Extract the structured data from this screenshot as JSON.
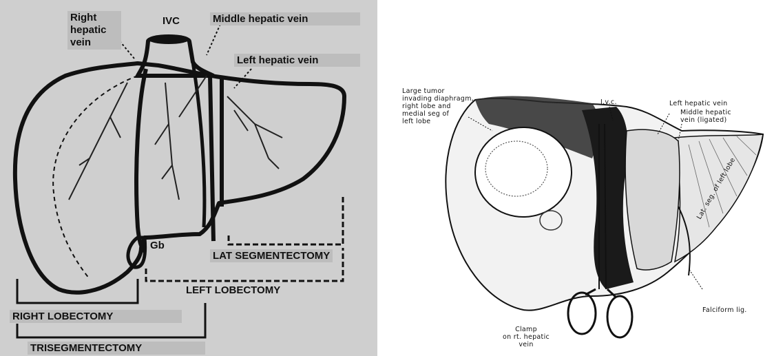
{
  "left_diagram": {
    "labels": {
      "right_hepatic_vein": "Right\nhepatic\nvein",
      "ivc": "IVC",
      "middle_hepatic_vein": "Middle hepatic vein",
      "left_hepatic_vein": "Left hepatic vein",
      "gb": "Gb",
      "lat_segmentectomy": "LAT SEGMENTECTOMY",
      "left_lobectomy": "LEFT LOBECTOMY",
      "right_lobectomy": "RIGHT LOBECTOMY",
      "trisegmentectomy": "TRISEGMENTECTOMY"
    }
  },
  "right_illustration": {
    "labels": {
      "large_tumor": "Large tumor\ninvading diaphragm,\nright lobe and\nmedial seg of\nleft lobe",
      "ivc": "I.v.c.",
      "left_hepatic_vein": "Left hepatic vein",
      "middle_hepatic_vein": "Middle hepatic\nvein (ligated)",
      "lat_seg_left_lobe": "Lat. seg. of left lobe",
      "falciform": "Falciform lig.",
      "clamp": "Clamp\non rt. hepatic\nvein"
    }
  },
  "colors": {
    "left_background": "#cfcfcf",
    "label_box": "#bdbdbd",
    "ink": "#111111"
  }
}
